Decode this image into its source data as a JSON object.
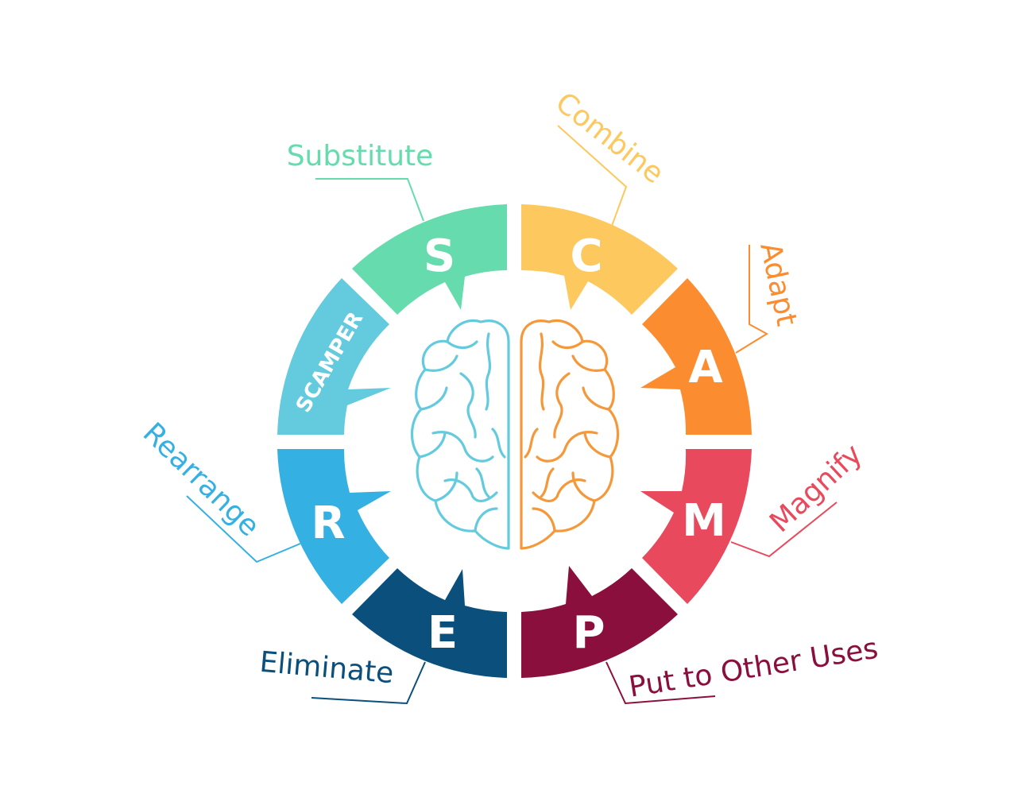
{
  "center_label": "SCAMPER",
  "segments": [
    {
      "letter": "S",
      "label": "Substitute",
      "color": "#66dcae"
    },
    {
      "letter": "C",
      "label": "Combine",
      "color": "#fdc85e"
    },
    {
      "letter": "A",
      "label": "Adapt",
      "color": "#fb8c2f"
    },
    {
      "letter": "M",
      "label": "Magnify",
      "color": "#e8495c"
    },
    {
      "letter": "P",
      "label": "Put to Other Uses",
      "color": "#8b0f3c"
    },
    {
      "letter": "E",
      "label": "Eliminate",
      "color": "#0b4f7c"
    },
    {
      "letter": "R",
      "label": "Rearrange",
      "color": "#35b0e2"
    }
  ],
  "center_color": "#63cbdd",
  "brain": {
    "left_color": "#63cbdd",
    "right_color": "#f5983a",
    "icon": "brain-icon"
  }
}
